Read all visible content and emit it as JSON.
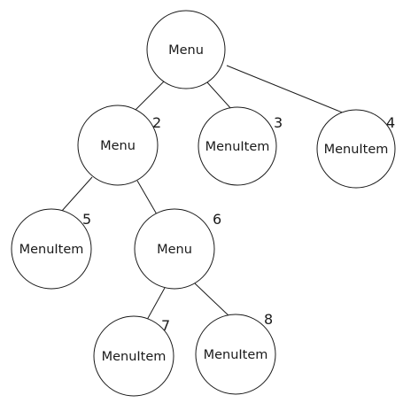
{
  "diagram": {
    "stroke_color": "#1a1a1a",
    "background_color": "#ffffff",
    "nodes": {
      "root": {
        "label": "Menu",
        "number": ""
      },
      "n2": {
        "label": "Menu",
        "number": "2"
      },
      "n3": {
        "label": "MenuItem",
        "number": "3"
      },
      "n4": {
        "label": "MenuItem",
        "number": "4"
      },
      "n5": {
        "label": "MenuItem",
        "number": "5"
      },
      "n6": {
        "label": "Menu",
        "number": "6"
      },
      "n7": {
        "label": "MenuItem",
        "number": "7"
      },
      "n8": {
        "label": "MenuItem",
        "number": "8"
      }
    },
    "edges": [
      [
        "root",
        "n2"
      ],
      [
        "root",
        "n3"
      ],
      [
        "root",
        "n4"
      ],
      [
        "n2",
        "n5"
      ],
      [
        "n2",
        "n6"
      ],
      [
        "n6",
        "n7"
      ],
      [
        "n6",
        "n8"
      ]
    ]
  }
}
